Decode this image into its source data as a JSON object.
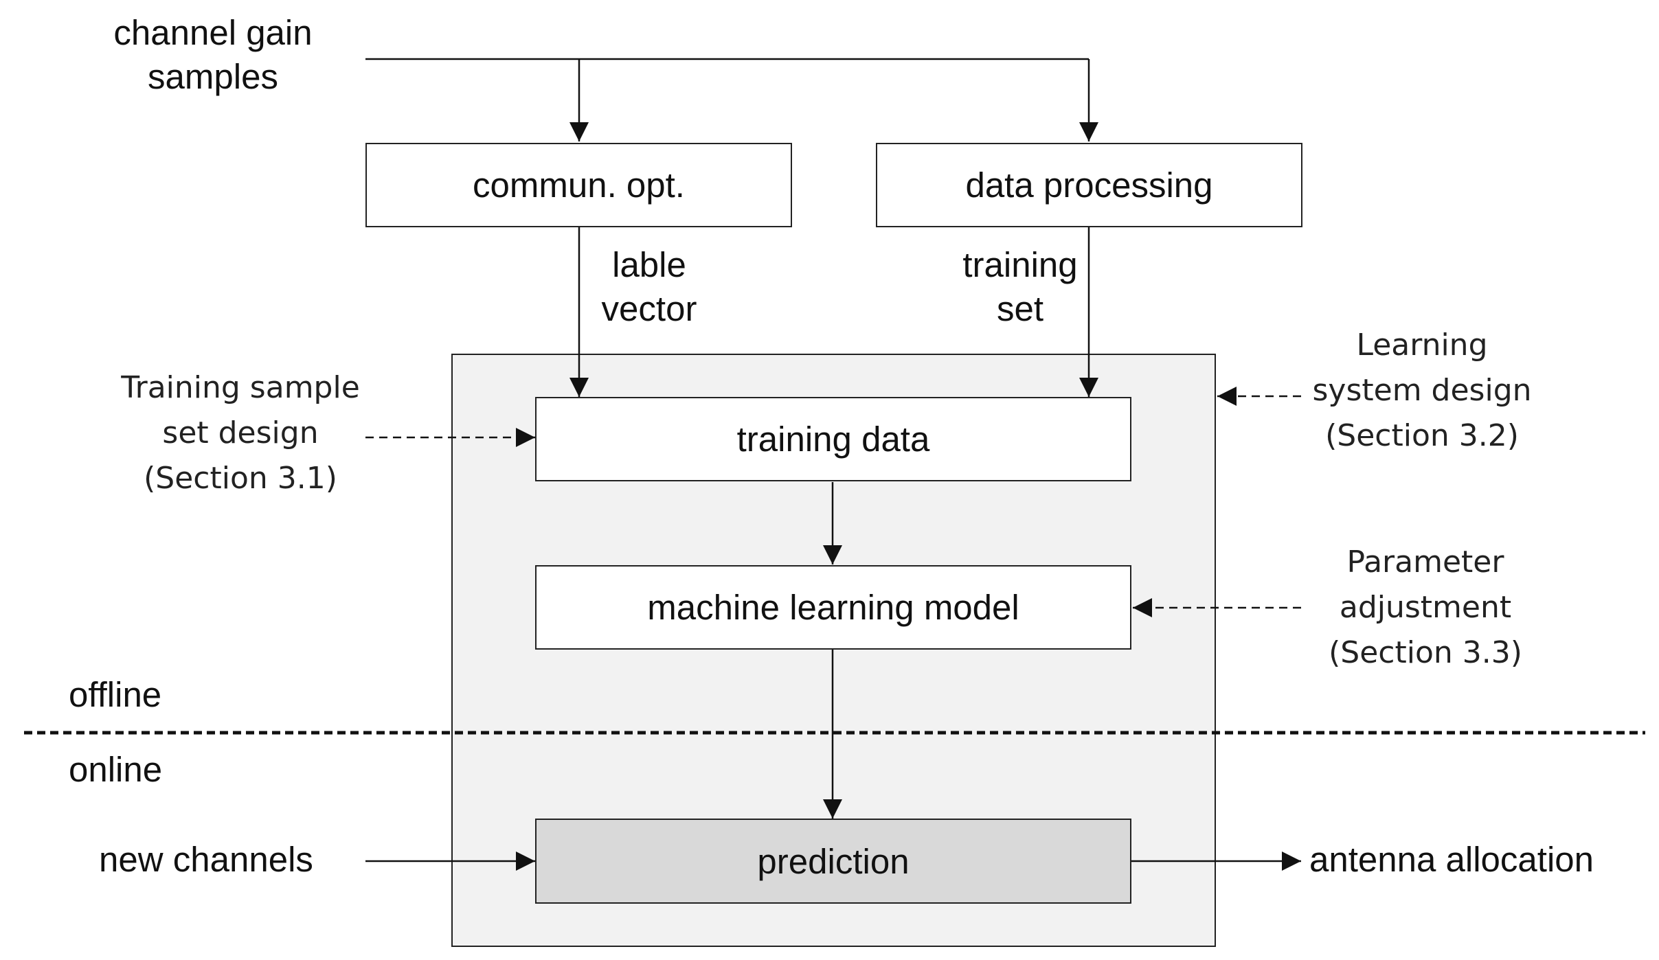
{
  "inputs": {
    "channel_gain_samples": "channel gain\nsamples",
    "new_channels": "new channels"
  },
  "boxes": {
    "commun_opt": "commun. opt.",
    "data_processing": "data processing",
    "training_data": "training data",
    "ml_model": "machine learning model",
    "prediction": "prediction"
  },
  "edge_labels": {
    "lable_vector": "lable\nvector",
    "training_set": "training\nset"
  },
  "annotations": {
    "training_sample": "Training sample\nset design\n(Section 3.1)",
    "learning_system": "Learning\nsystem design\n(Section 3.2)",
    "parameter_adjustment": "Parameter\nadjustment\n(Section 3.3)"
  },
  "phases": {
    "offline": "offline",
    "online": "online"
  },
  "outputs": {
    "antenna_allocation": "antenna allocation"
  }
}
